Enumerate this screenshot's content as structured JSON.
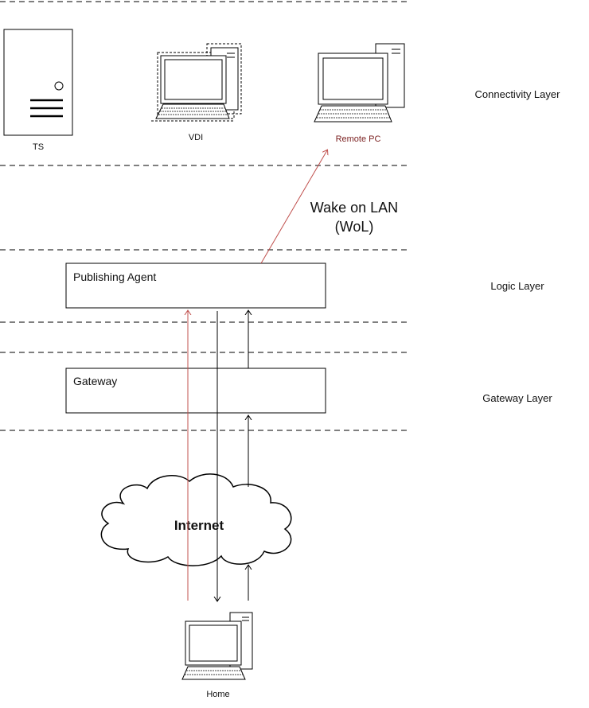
{
  "layers": {
    "connectivity": "Connectivity Layer",
    "logic": "Logic Layer",
    "gateway": "Gateway Layer"
  },
  "nodes": {
    "ts": "TS",
    "vdi": "VDI",
    "remote_pc": "Remote PC",
    "home": "Home"
  },
  "boxes": {
    "publishing_agent": "Publishing Agent",
    "gateway": "Gateway"
  },
  "cloud": {
    "label": "Internet"
  },
  "annotation": {
    "wol_line1": "Wake on LAN",
    "wol_line2": "(WoL)"
  },
  "colors": {
    "line": "#000000",
    "dash": "#333333",
    "wol_arrow": "#c0504d",
    "remote_pc_label": "#7a1f1f"
  }
}
